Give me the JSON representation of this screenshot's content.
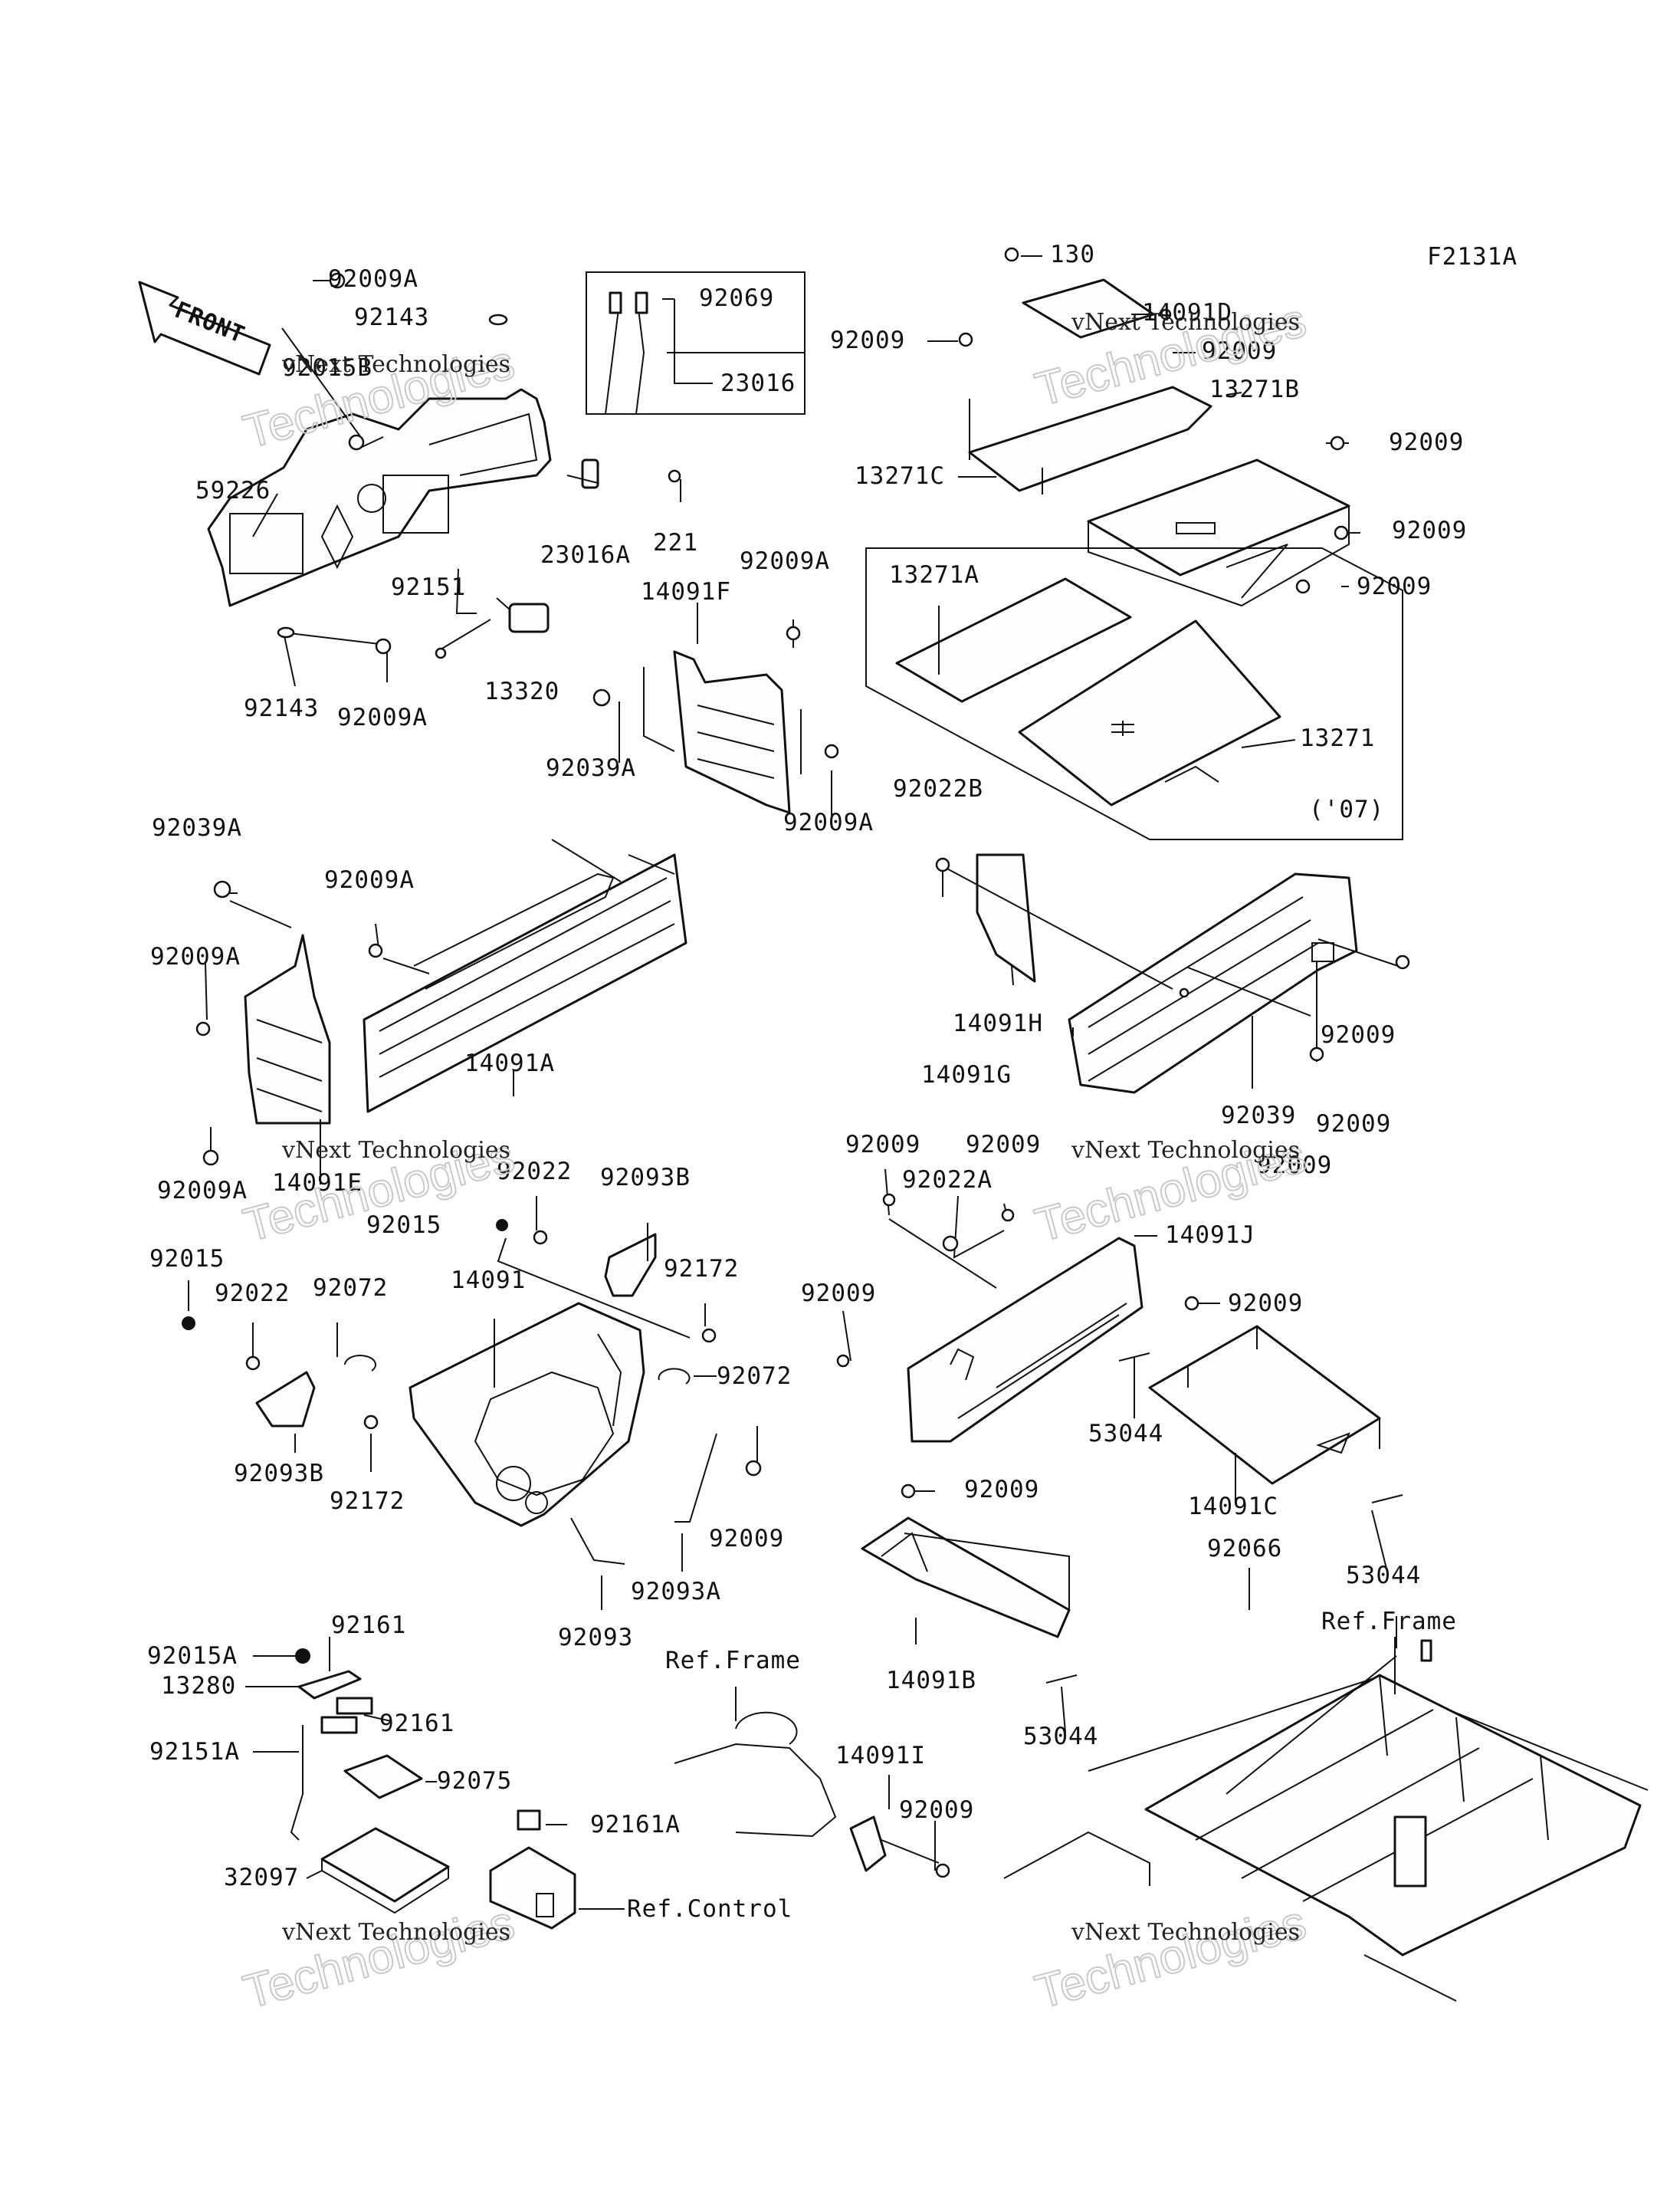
{
  "figure_code": "F2131A",
  "front_arrow_label": "FRONT",
  "watermark": {
    "line1": "vNext Technologies",
    "line2": "Technologies"
  },
  "reference_labels": {
    "frame_center": "Ref.Frame",
    "frame_right": "Ref.Frame",
    "control": "Ref.Control"
  },
  "inset_note": "('07)",
  "part_labels": [
    "92009A",
    "92143",
    "92015B",
    "59226",
    "92069",
    "23016",
    "23016A",
    "221",
    "92151",
    "13320",
    "92143",
    "92009A",
    "92009A",
    "14091F",
    "92039A",
    "92009A",
    "130",
    "14091D",
    "92009",
    "92009",
    "13271B",
    "92009",
    "13271C",
    "92009",
    "92009",
    "13271A",
    "13271",
    "92039A",
    "92009A",
    "92009A",
    "14091A",
    "92009A",
    "14091E",
    "92022B",
    "14091H",
    "14091G",
    "92009",
    "92039",
    "92009",
    "92009",
    "92022",
    "92093B",
    "92015",
    "92015",
    "92022",
    "92072",
    "14091",
    "92172",
    "92072",
    "92093B",
    "92172",
    "92009",
    "92093A",
    "92093",
    "92009",
    "92009",
    "92022A",
    "14091J",
    "92009",
    "92009",
    "53044",
    "14091C",
    "53044",
    "92009",
    "14091B",
    "53044",
    "92066",
    "92161",
    "92015A",
    "13280",
    "92161",
    "92151A",
    "92075",
    "92161A",
    "32097",
    "14091I",
    "92009"
  ]
}
